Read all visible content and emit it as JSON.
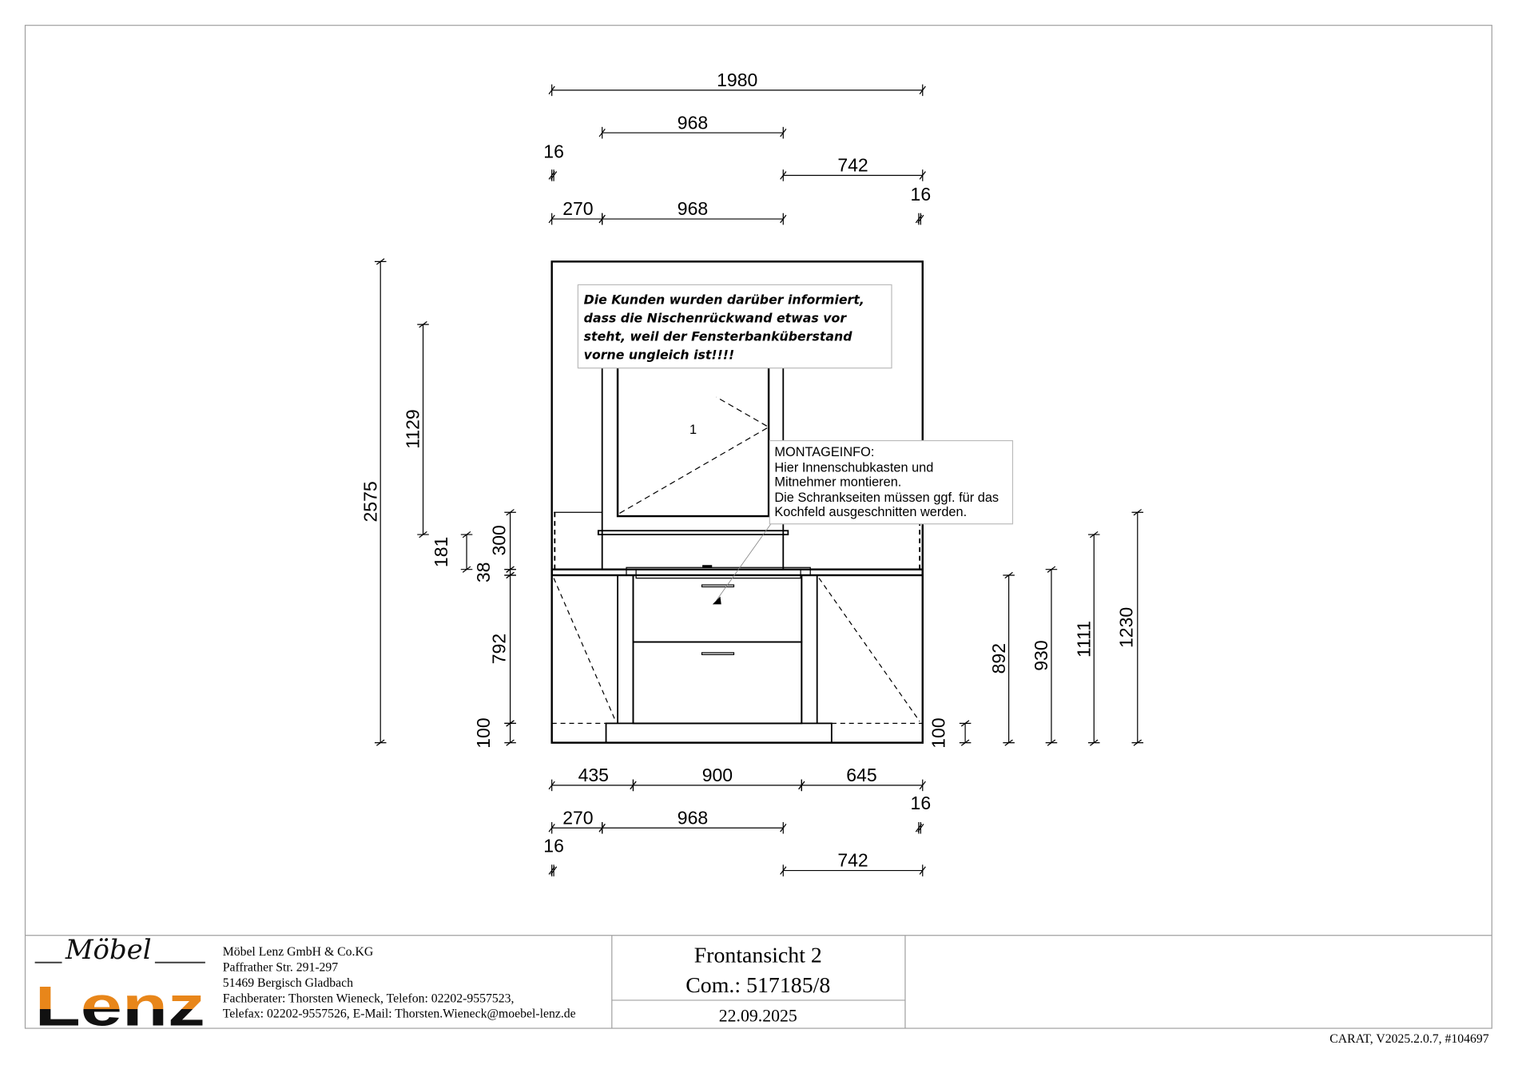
{
  "drawing": {
    "item_number": "1",
    "note_lines": [
      "Die Kunden wurden darüber informiert,",
      "dass die Nischenrückwand etwas vor",
      "steht, weil der Fensterbanküberstand",
      "vorne ungleich ist!!!!"
    ],
    "montage_lines": [
      "MONTAGEINFO:",
      "Hier Innenschubkasten und",
      "Mitnehmer montieren.",
      "Die Schrankseiten müssen ggf. für das",
      "Kochfeld ausgeschnitten werden."
    ],
    "dimensions_top": [
      "1980",
      "968",
      "16",
      "742",
      "16",
      "270",
      "968"
    ],
    "dimensions_bottom": [
      "435",
      "900",
      "645",
      "16",
      "270",
      "968",
      "16",
      "742"
    ],
    "dimensions_left": [
      "2575",
      "1129",
      "181",
      "300",
      "38",
      "792",
      "100"
    ],
    "dimensions_right": [
      "100",
      "892",
      "930",
      "1111",
      "1230"
    ]
  },
  "footer": {
    "logo_top": "Möbel",
    "logo_bottom": "Lenz",
    "company_lines": [
      "Möbel Lenz GmbH & Co.KG",
      "Paffrather Str. 291-297",
      "51469 Bergisch Gladbach",
      "Fachberater: Thorsten Wieneck, Telefon: 02202-9557523,",
      "Telefax: 02202-9557526, E-Mail: Thorsten.Wieneck@moebel-lenz.de"
    ],
    "title": "Frontansicht 2",
    "commission": "Com.: 517185/8",
    "date": "22.09.2025",
    "version": "CARAT,  V2025.2.0.7,  #104697"
  },
  "colors": {
    "logo_orange": "#e8861a",
    "line": "#000000",
    "frame": "#a0a0a0"
  }
}
